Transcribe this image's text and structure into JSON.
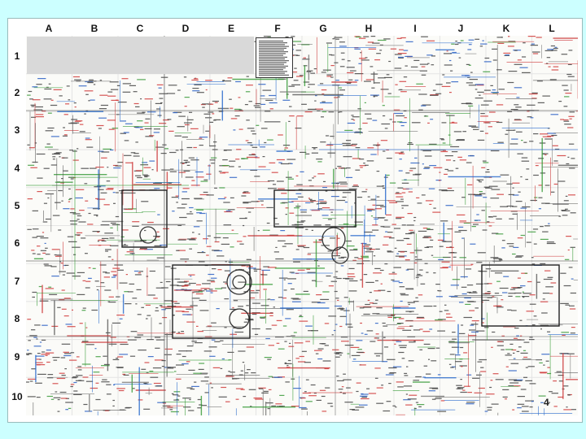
{
  "columns": [
    "A",
    "B",
    "C",
    "D",
    "E",
    "F",
    "G",
    "H",
    "I",
    "J",
    "K",
    "L"
  ],
  "rows": [
    "1",
    "2",
    "3",
    "4",
    "5",
    "6",
    "7",
    "8",
    "9",
    "10"
  ],
  "page_number": "4",
  "colors": {
    "background": "#ccffff",
    "pathway_lines": [
      "#555555",
      "#cc3333",
      "#2266cc",
      "#339933",
      "#777777"
    ]
  }
}
